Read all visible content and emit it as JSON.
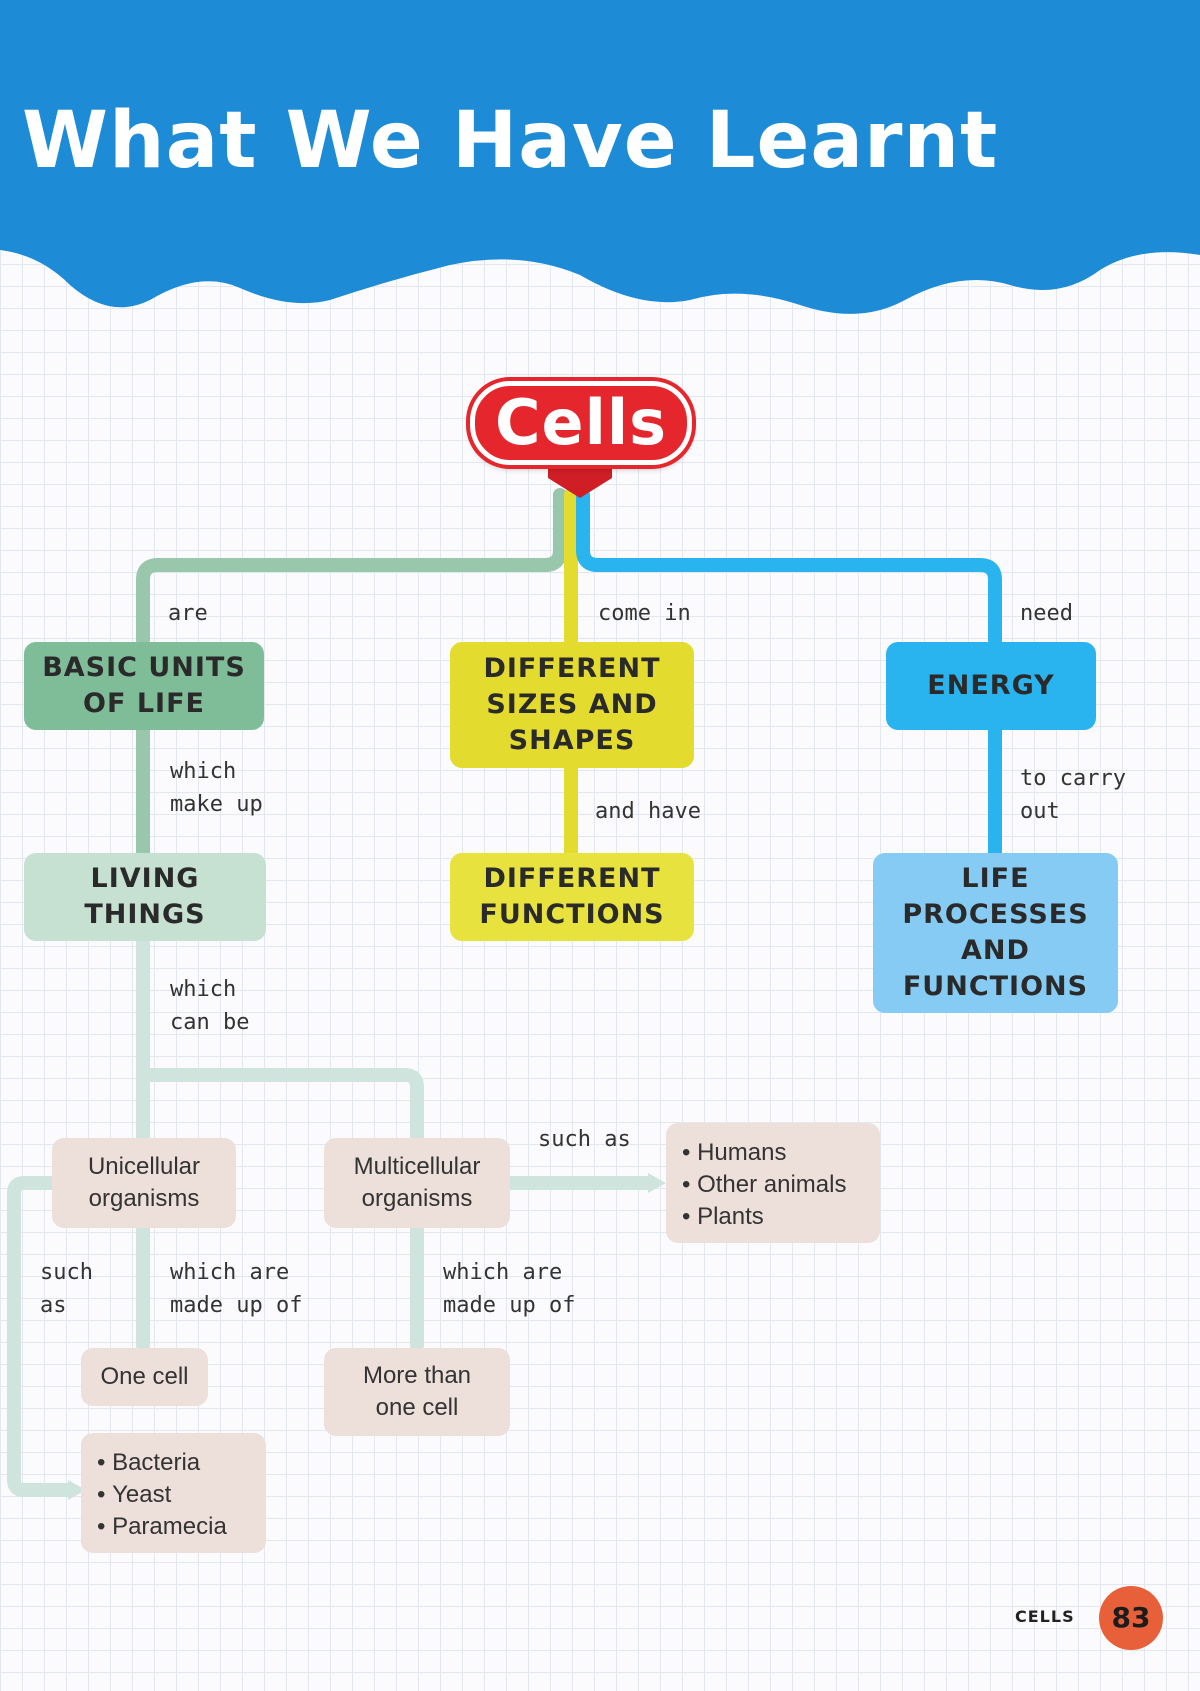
{
  "colors": {
    "banner": "#1e8bd6",
    "cells_badge": "#e5262c",
    "green_branch": "#98c7ac",
    "yellow_branch": "#e3dc2e",
    "blue_branch": "#29b4ef",
    "pale_branch": "#cfe4dc",
    "box_basic_units": "#7fbc98",
    "box_living_things": "#c6e0d2",
    "box_sizes_shapes": "#e3dc2e",
    "box_functions": "#e8e23f",
    "box_energy": "#29b4ef",
    "box_life_processes": "#86cbf3",
    "box_organisms": "#ede0da",
    "page_number_circle": "#e8603a"
  },
  "header": {
    "title": "What We Have Learnt"
  },
  "root": {
    "label": "Cells"
  },
  "branches": {
    "basic_units": {
      "connector": "are",
      "label": "BASIC UNITS\nOF LIFE"
    },
    "living_things": {
      "connector": "which\nmake up",
      "label": "LIVING\nTHINGS"
    },
    "sizes_shapes": {
      "connector": "come in",
      "label": "DIFFERENT\nSIZES AND\nSHAPES"
    },
    "functions": {
      "connector": "and have",
      "label": "DIFFERENT\nFUNCTIONS"
    },
    "energy": {
      "connector": "need",
      "label": "ENERGY"
    },
    "life_processes": {
      "connector": "to carry\nout",
      "label": "LIFE\nPROCESSES\nAND\nFUNCTIONS"
    }
  },
  "organisms": {
    "can_be_connector": "which\ncan be",
    "unicellular": {
      "label": "Unicellular\norganisms",
      "made_of_connector": "which are\nmade up of",
      "made_of": "One cell",
      "examples_connector": "such\nas",
      "examples": [
        "Bacteria",
        "Yeast",
        "Paramecia"
      ]
    },
    "multicellular": {
      "label": "Multicellular\norganisms",
      "made_of_connector": "which are\nmade up of",
      "made_of": "More than\none cell",
      "examples_connector": "such as",
      "examples": [
        "Humans",
        "Other animals",
        "Plants"
      ]
    }
  },
  "footer": {
    "subject": "CELLS",
    "page_number": "83"
  }
}
